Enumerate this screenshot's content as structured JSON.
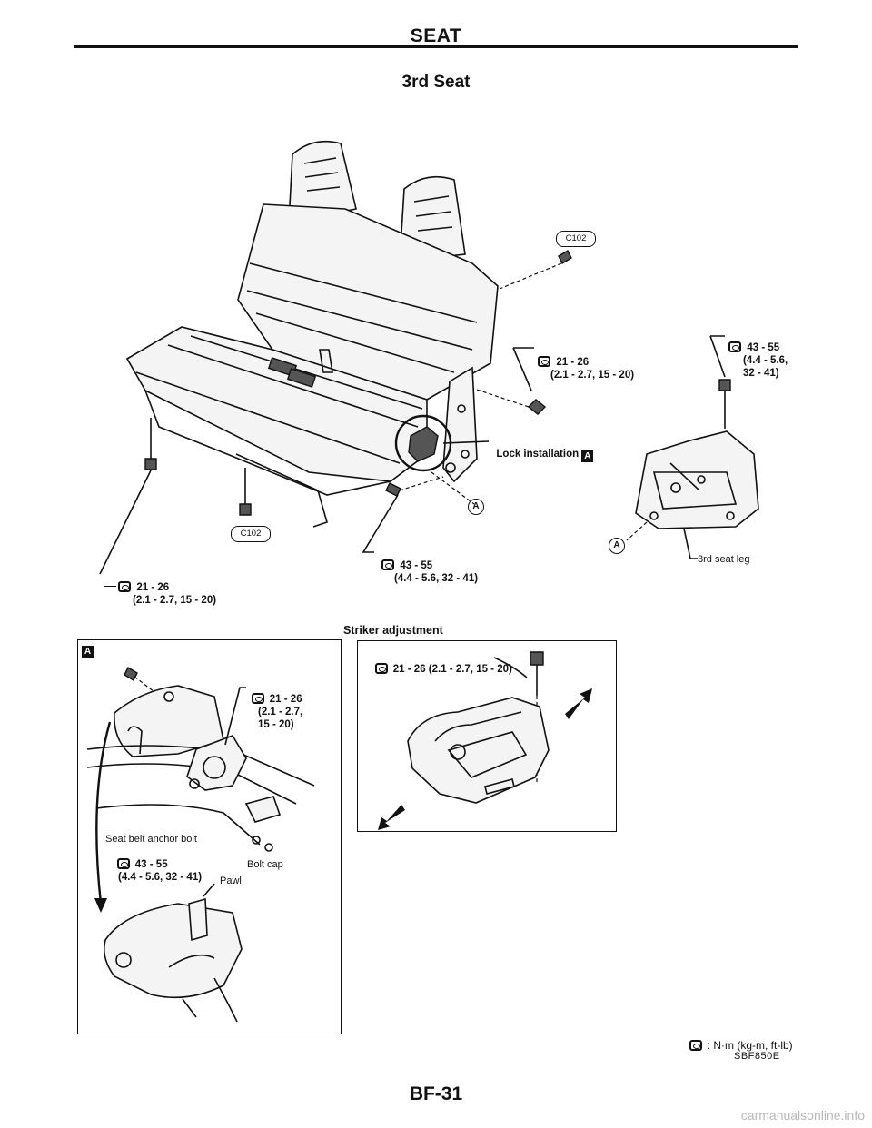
{
  "header": {
    "title": "SEAT",
    "subtitle": "3rd Seat"
  },
  "callouts": {
    "c102_top": "C102",
    "c102_bottom": "C102",
    "bolt_center": {
      "value": "21 - 26",
      "detail": "(2.1 - 2.7, 15 - 20)"
    },
    "bolt_right": {
      "value": "43 - 55",
      "detail": "(4.4 - 5.6,\n32 - 41)"
    },
    "lock_installation": "Lock installation",
    "lock_ref": "A",
    "marker_a": "A",
    "marker_a_leg": "A",
    "bolt_front": {
      "value": "43 - 55",
      "detail": "(4.4 - 5.6, 32 - 41)"
    },
    "bolt_left": {
      "value": "21 - 26",
      "detail": "(2.1 - 2.7, 15 - 20)"
    },
    "leg_label": "3rd seat leg"
  },
  "detail_a": {
    "badge": "A",
    "bolt": {
      "value": "21 - 26",
      "detail": "(2.1 - 2.7,\n15 - 20)"
    },
    "anchor_label": "Seat belt anchor bolt",
    "anchor_value": "43 - 55",
    "anchor_detail": "(4.4 - 5.6, 32 - 41)",
    "bolt_cap": "Bolt cap",
    "pawl": "Pawl"
  },
  "striker": {
    "title": "Striker adjustment",
    "torque": "21 - 26 (2.1 - 2.7, 15 - 20)"
  },
  "legend": {
    "unit": ": N·m (kg-m, ft-lb)",
    "code": "SBF850E"
  },
  "footer": {
    "page": "BF-31",
    "watermark": "carmanualsonline.info"
  }
}
